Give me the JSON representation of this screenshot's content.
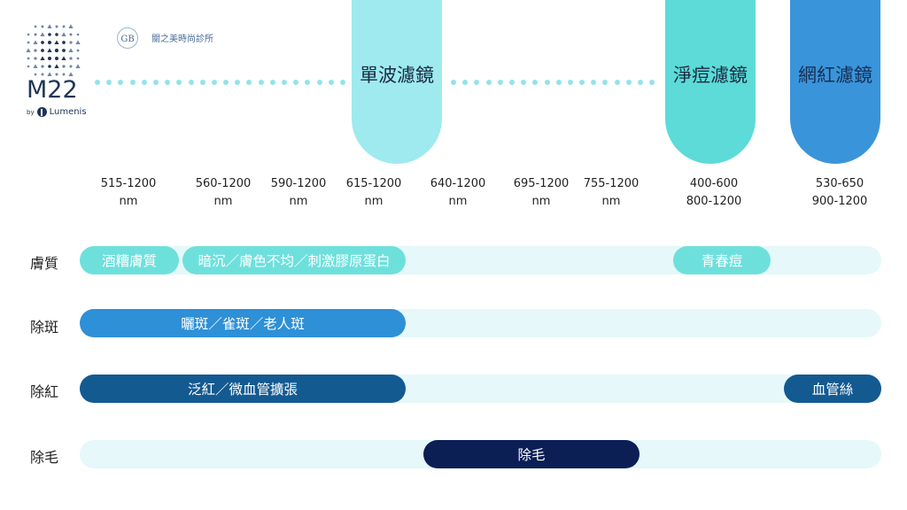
{
  "brand": {
    "product": "M22",
    "by": "by",
    "maker": "Lumenis",
    "clinic_name": "關之美時尚診所",
    "clinic_monogram": "GB"
  },
  "filters": [
    {
      "label": "單波濾鏡",
      "color": "#9eeaef"
    },
    {
      "label": "淨痘濾鏡",
      "color": "#5cdbd8"
    },
    {
      "label": "網紅濾鏡",
      "color": "#3a94da"
    }
  ],
  "wavelengths": [
    {
      "line1": "515-1200",
      "line2": "nm"
    },
    {
      "line1": "560-1200",
      "line2": "nm"
    },
    {
      "line1": "590-1200",
      "line2": "nm"
    },
    {
      "line1": "615-1200",
      "line2": "nm"
    },
    {
      "line1": "640-1200",
      "line2": "nm"
    },
    {
      "line1": "695-1200",
      "line2": "nm"
    },
    {
      "line1": "755-1200",
      "line2": "nm"
    },
    {
      "line1": "400-600",
      "line2": "800-1200"
    },
    {
      "line1": "530-650",
      "line2": "900-1200"
    }
  ],
  "rows": [
    {
      "label": "膚質",
      "segments": [
        {
          "text": "酒糟膚質",
          "color": "#6ee0dc"
        },
        {
          "text": "暗沉／膚色不均／刺激膠原蛋白",
          "color": "#6ee0dc"
        },
        {
          "text": "青春痘",
          "color": "#6ee0dc"
        }
      ]
    },
    {
      "label": "除斑",
      "segments": [
        {
          "text": "曬斑／雀斑／老人斑",
          "color": "#2e90d6"
        }
      ]
    },
    {
      "label": "除紅",
      "segments": [
        {
          "text": "泛紅／微血管擴張",
          "color": "#135a91"
        },
        {
          "text": "血管絲",
          "color": "#135a91"
        }
      ]
    },
    {
      "label": "除毛",
      "segments": [
        {
          "text": "除毛",
          "color": "#0b1f55"
        }
      ]
    }
  ]
}
